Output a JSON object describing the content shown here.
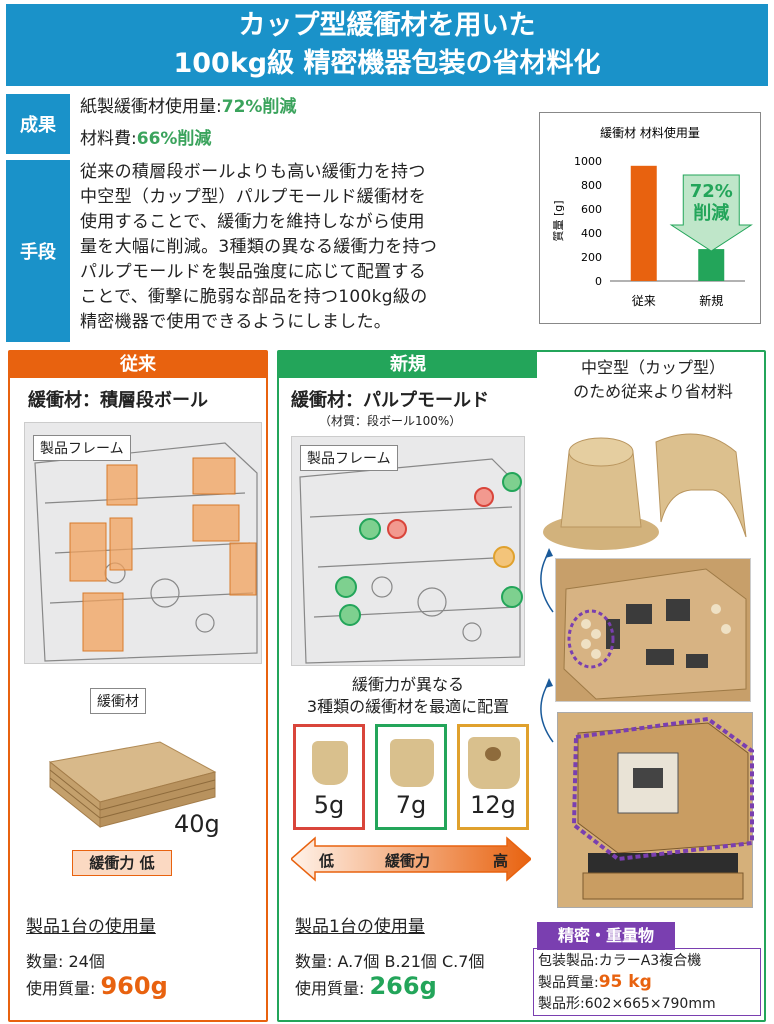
{
  "title": {
    "line1": "カップ型緩衝材を用いた",
    "line2": "100kg級 精密機器包装の省材料化"
  },
  "results": {
    "tag": "成果",
    "line1_text": "紙製緩衝材使用量:",
    "line1_value": "72%削減",
    "line2_text": "材料費:",
    "line2_value": "66%削減"
  },
  "method": {
    "tag": "手段",
    "lines": [
      "従来の積層段ボールよりも高い緩衝力を持つ",
      "中空型（カップ型）パルプモールド緩衝材を",
      "使用することで、緩衝力を維持しながら使用",
      "量を大幅に削減。3種類の異なる緩衝力を持つ",
      "パルプモールドを製品強度に応じて配置する",
      "ことで、衝撃に脆弱な部品を持つ100kg級の",
      "精密機器で使用できるようにしました。"
    ]
  },
  "chart_data": {
    "type": "bar",
    "title": "緩衝材  材料使用量",
    "ylabel": "質量 [g]",
    "categories": [
      "従来",
      "新規"
    ],
    "values": [
      960,
      266
    ],
    "ylim": [
      0,
      1000
    ],
    "yticks": [
      "0",
      "200",
      "400",
      "600",
      "800",
      "1000"
    ],
    "bar_colors": [
      "#e8620f",
      "#23a55a"
    ],
    "annotation_line1": "72%",
    "annotation_line2": "削減"
  },
  "conventional": {
    "header": "従来",
    "subtitle": "緩衝材：積層段ボール",
    "frame_label": "製品フレーム",
    "cushion_label": "緩衝材",
    "weight": "40g",
    "strength": "緩衝力 低",
    "usage_title": "製品1台の使用量",
    "count": "数量: 24個",
    "mass_label": "使用質量: ",
    "mass_value": "960g"
  },
  "new": {
    "header": "新規",
    "subtitle": "緩衝材：パルプモールド",
    "material": "（材質：段ボール100%）",
    "frame_label": "製品フレーム",
    "caption1": "緩衝力が異なる",
    "caption2": "3種類の緩衝材を最適に配置",
    "cup_weights": [
      "5g",
      "7g",
      "12g"
    ],
    "arrow_low": "低",
    "arrow_mid": "緩衝力",
    "arrow_high": "高",
    "usage_title": "製品1台の使用量",
    "count": "数量: A.7個 B.21個 C.7個",
    "mass_label": "使用質量: ",
    "mass_value": "266g",
    "hollow_line1": "中空型（カップ型）",
    "hollow_line2": "のため従来より省材料"
  },
  "product": {
    "tag": "精密・重量物",
    "line1": "包装製品:カラーA3複合機",
    "weight_label": "製品質量:",
    "weight_value": "95 kg",
    "size": "製品形:602×665×790mm"
  },
  "colors": {
    "blue": "#1a92c9",
    "orange": "#e8620f",
    "green": "#23a55a",
    "purple": "#7a3fb0"
  }
}
